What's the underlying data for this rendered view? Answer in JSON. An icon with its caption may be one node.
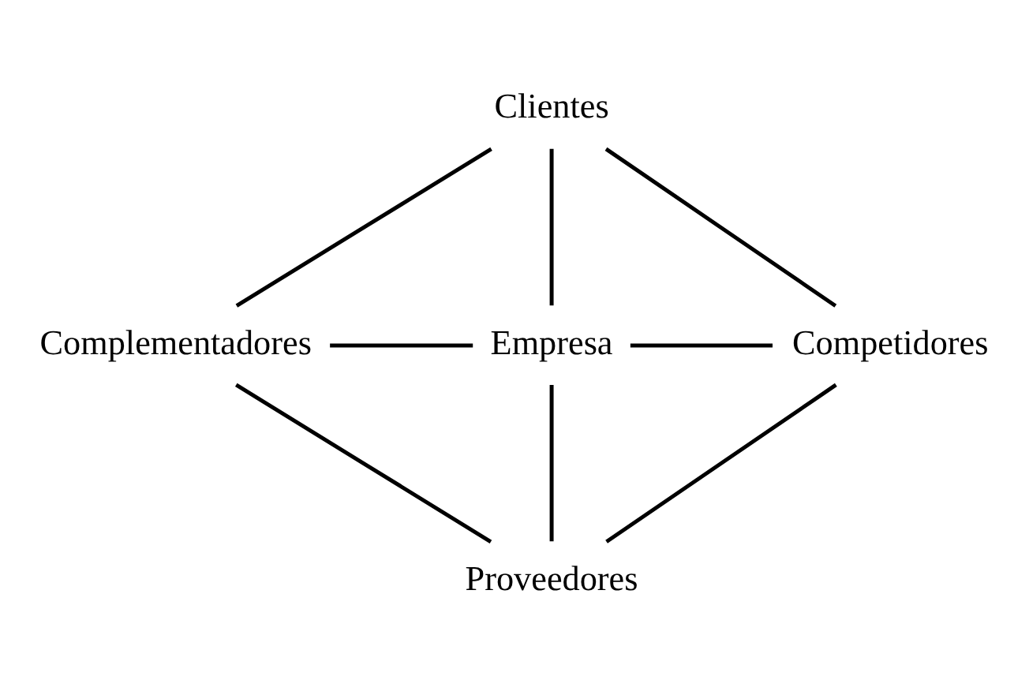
{
  "diagram": {
    "nodes": [
      {
        "text": [
          "Clientes"
        ]
      },
      {
        "text": [
          "Complementadores"
        ]
      },
      {
        "text": [
          "Empresa"
        ]
      },
      {
        "text": [
          "Competidores"
        ]
      },
      {
        "text": [
          "Proveedores"
        ]
      }
    ],
    "edges": [
      {
        "from": 0,
        "to": 1,
        "arrow": "none"
      },
      {
        "from": 0,
        "to": 2,
        "arrow": "none"
      },
      {
        "from": 0,
        "to": 3,
        "arrow": "none"
      },
      {
        "from": 1,
        "to": 2,
        "arrow": "none"
      },
      {
        "from": 2,
        "to": 3,
        "arrow": "none"
      },
      {
        "from": 1,
        "to": 4,
        "arrow": "none"
      },
      {
        "from": 2,
        "to": 4,
        "arrow": "none"
      },
      {
        "from": 3,
        "to": 4,
        "arrow": "none"
      }
    ]
  }
}
